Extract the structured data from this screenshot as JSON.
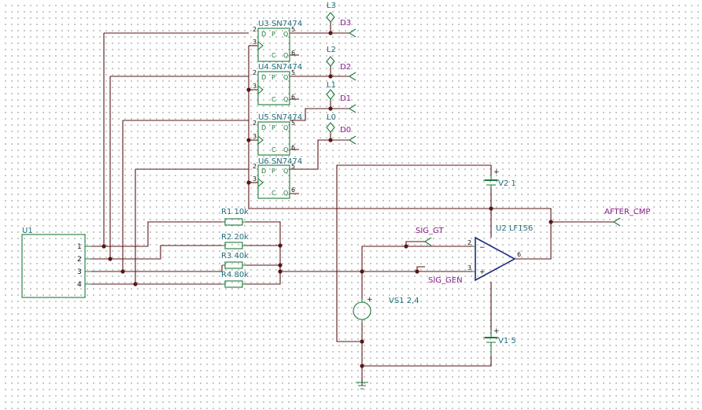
{
  "components": {
    "u1": {
      "ref": "U1",
      "pins": [
        "1",
        "2",
        "3",
        "4"
      ]
    },
    "flipflops": [
      {
        "ref": "U3 SN7474",
        "pin_left": "2",
        "pin_clk": "3",
        "pin_q": "5",
        "pin_qbar": "6"
      },
      {
        "ref": "U4 SN7474",
        "pin_left": "2",
        "pin_clk": "3",
        "pin_q": "5",
        "pin_qbar": "6"
      },
      {
        "ref": "U5 SN7474",
        "pin_left": "2",
        "pin_clk": "3",
        "pin_q": "5",
        "pin_qbar": "6"
      },
      {
        "ref": "U6 SN7474",
        "pin_left": "2",
        "pin_clk": "3",
        "pin_q": "5",
        "pin_qbar": "6"
      }
    ],
    "ff_letters": {
      "d": "D",
      "p": "P",
      "q": "Q",
      "c": "C",
      "qbar": "Q"
    },
    "resistors": [
      {
        "ref": "R1 10k"
      },
      {
        "ref": "R2 20k"
      },
      {
        "ref": "R3 40k"
      },
      {
        "ref": "R4 80k"
      }
    ],
    "opamp": {
      "ref": "U2 LF156",
      "pin_inv": "2",
      "pin_noninv": "3",
      "pin_out": "6",
      "minus": "−",
      "plus": "+"
    },
    "sources": {
      "v2": {
        "ref": "V2 1",
        "plus": "+"
      },
      "v1": {
        "ref": "V1 5",
        "plus": "+"
      },
      "vs1": {
        "ref": "VS1 2,4",
        "plus": "+"
      }
    },
    "leds": [
      "L3",
      "L2",
      "L1",
      "L0"
    ]
  },
  "nets": {
    "d3": "D3",
    "d2": "D2",
    "d1": "D1",
    "d0": "D0",
    "sig_gt": "SIG_GT",
    "sig_gen": "SIG_GEN",
    "after_cmp": "AFTER_CMP"
  }
}
